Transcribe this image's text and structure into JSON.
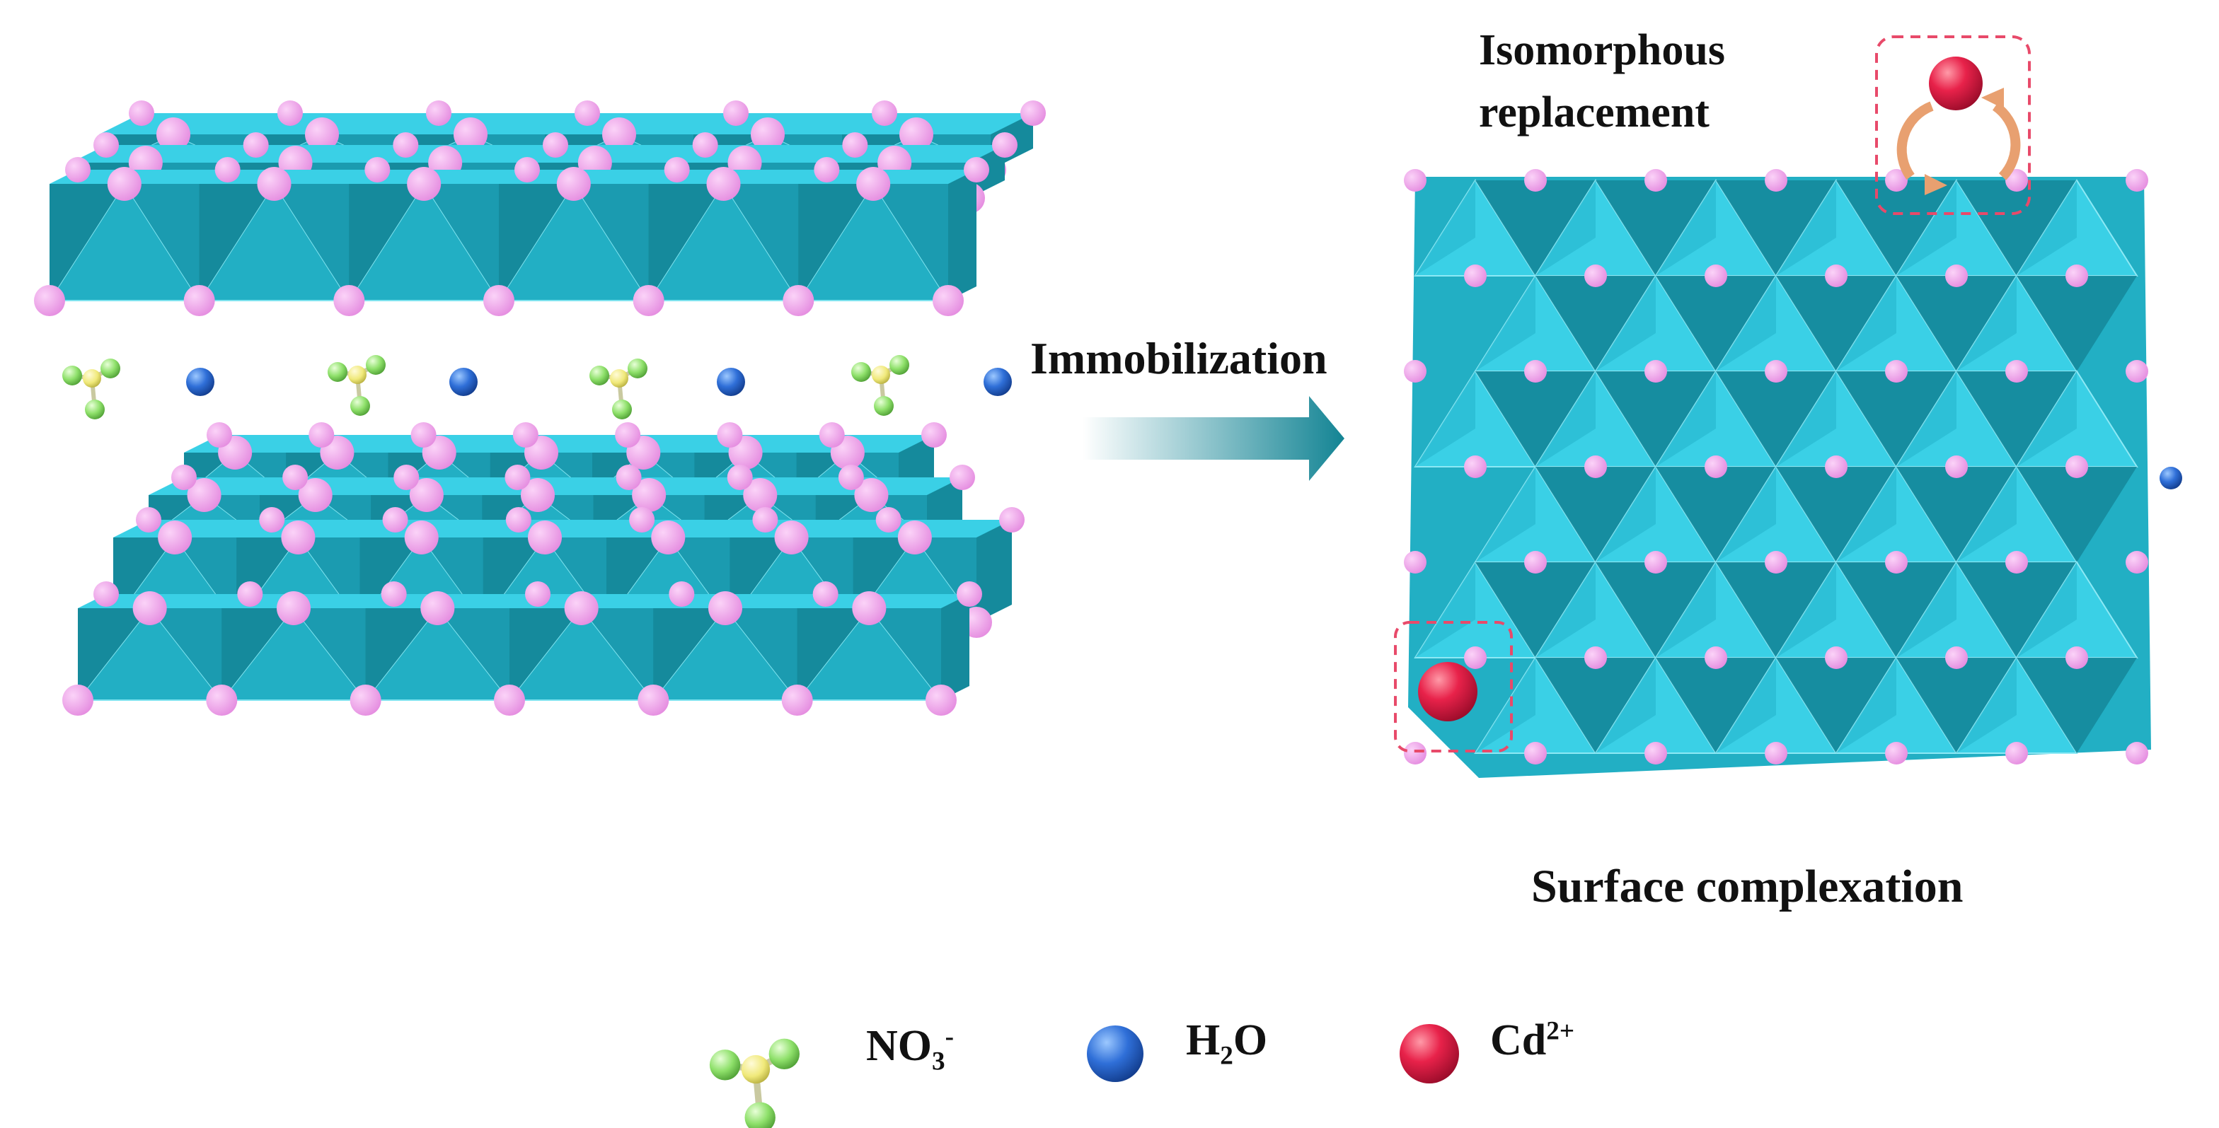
{
  "labels": {
    "arrow": "Immobilization",
    "isomorphous_line1": "Isomorphous",
    "isomorphous_line2": "replacement",
    "surface": "Surface complexation"
  },
  "legend": {
    "nitrate": {
      "base": "NO",
      "sub": "3",
      "sup": "-"
    },
    "water": {
      "base": "H",
      "sub": "2",
      "post": "O"
    },
    "cadmium": {
      "base": "Cd",
      "sup": "2+"
    }
  },
  "colors": {
    "octahedron_light": "#3ad0e6",
    "octahedron_mid": "#22afc4",
    "octahedron_dark": "#158a9c",
    "vertex_pink": "#ee9ded",
    "nitrate_green": "#8ee06a",
    "nitrate_yellow": "#f0e97a",
    "water_blue": "#2f6fd8",
    "cadmium_red": "#e8224a",
    "highlight_dash": "#e84a6a",
    "cycle_arrow": "#e8a070",
    "arrow_start": "#ffffff",
    "arrow_end": "#138494"
  }
}
